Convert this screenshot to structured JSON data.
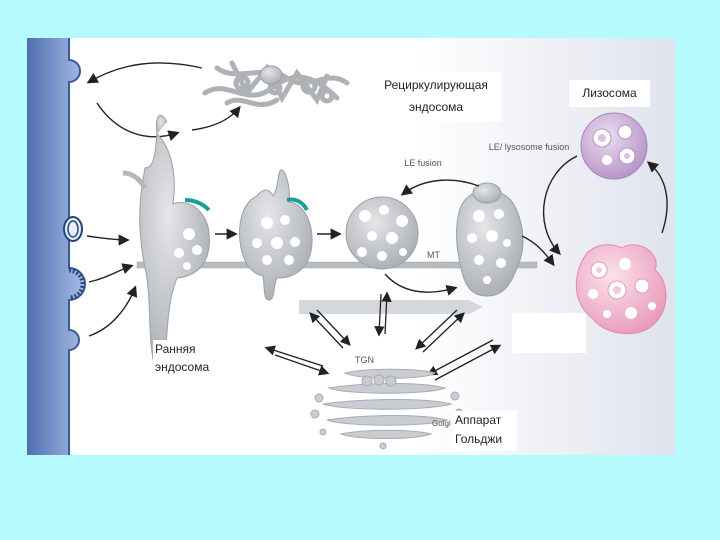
{
  "labels": {
    "recycling_endosome": "Рециркулирующая эндосома",
    "lysosome": "Лизосома",
    "early_endosome": "Ранняя эндосома",
    "golgi": "Аппарат Гольджи"
  },
  "figure_text": {
    "le_fusion": "LE fusion",
    "le_lysosome_fusion": "LE/ lysosome fusion",
    "mt": "MT",
    "tgn": "TGN",
    "golgi_short": "Golgi"
  },
  "colors": {
    "background": "#b5fbfd",
    "membrane": "#7d9ad0",
    "organelle_fill": "#c4c8cc",
    "lysosome_purple": "#c6a9d3",
    "lysosome_pink": "#f1b9cd",
    "teal_mark": "#1a9e9a"
  }
}
